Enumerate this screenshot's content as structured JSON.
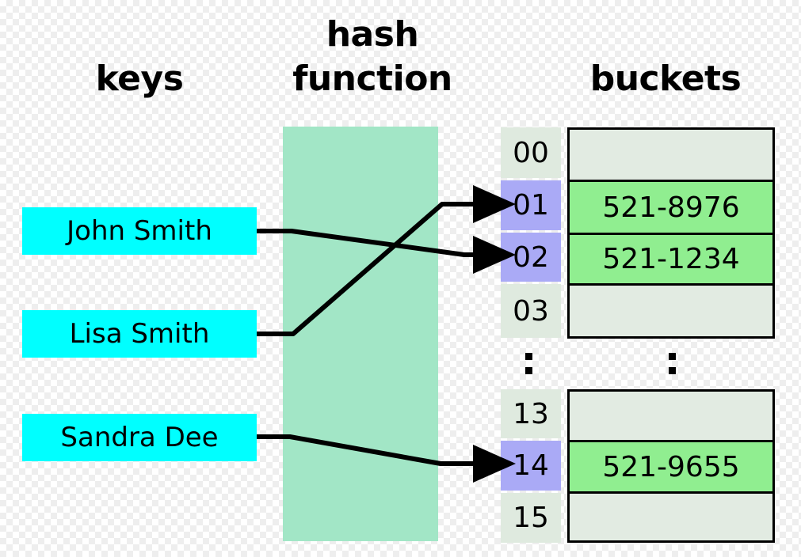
{
  "headers": {
    "keys": "keys",
    "hash_line1": "hash",
    "hash_line2": "function",
    "buckets": "buckets"
  },
  "keys": [
    {
      "label": "John Smith"
    },
    {
      "label": "Lisa Smith"
    },
    {
      "label": "Sandra Dee"
    }
  ],
  "buckets": {
    "top_group": [
      {
        "index": "00",
        "value": "",
        "highlighted": false
      },
      {
        "index": "01",
        "value": "521-8976",
        "highlighted": true
      },
      {
        "index": "02",
        "value": "521-1234",
        "highlighted": true
      },
      {
        "index": "03",
        "value": "",
        "highlighted": false
      }
    ],
    "ellipsis": ":",
    "bottom_group": [
      {
        "index": "13",
        "value": "",
        "highlighted": false
      },
      {
        "index": "14",
        "value": "521-9655",
        "highlighted": true
      },
      {
        "index": "15",
        "value": "",
        "highlighted": false
      }
    ]
  },
  "mappings": [
    {
      "from": "John Smith",
      "to": "02"
    },
    {
      "from": "Lisa Smith",
      "to": "01"
    },
    {
      "from": "Sandra Dee",
      "to": "14"
    }
  ],
  "colors": {
    "key_fill": "#00ffff",
    "hash_panel": "#a2e6c6",
    "index_plain": "#dfeadf",
    "index_highlight": "#aaaaf6",
    "bucket_empty": "#e2ebe2",
    "bucket_filled": "#90ee90",
    "stroke": "#000000"
  },
  "icons": {
    "arrow": "arrow-right-icon",
    "ellipsis": "vertical-ellipsis-icon"
  }
}
